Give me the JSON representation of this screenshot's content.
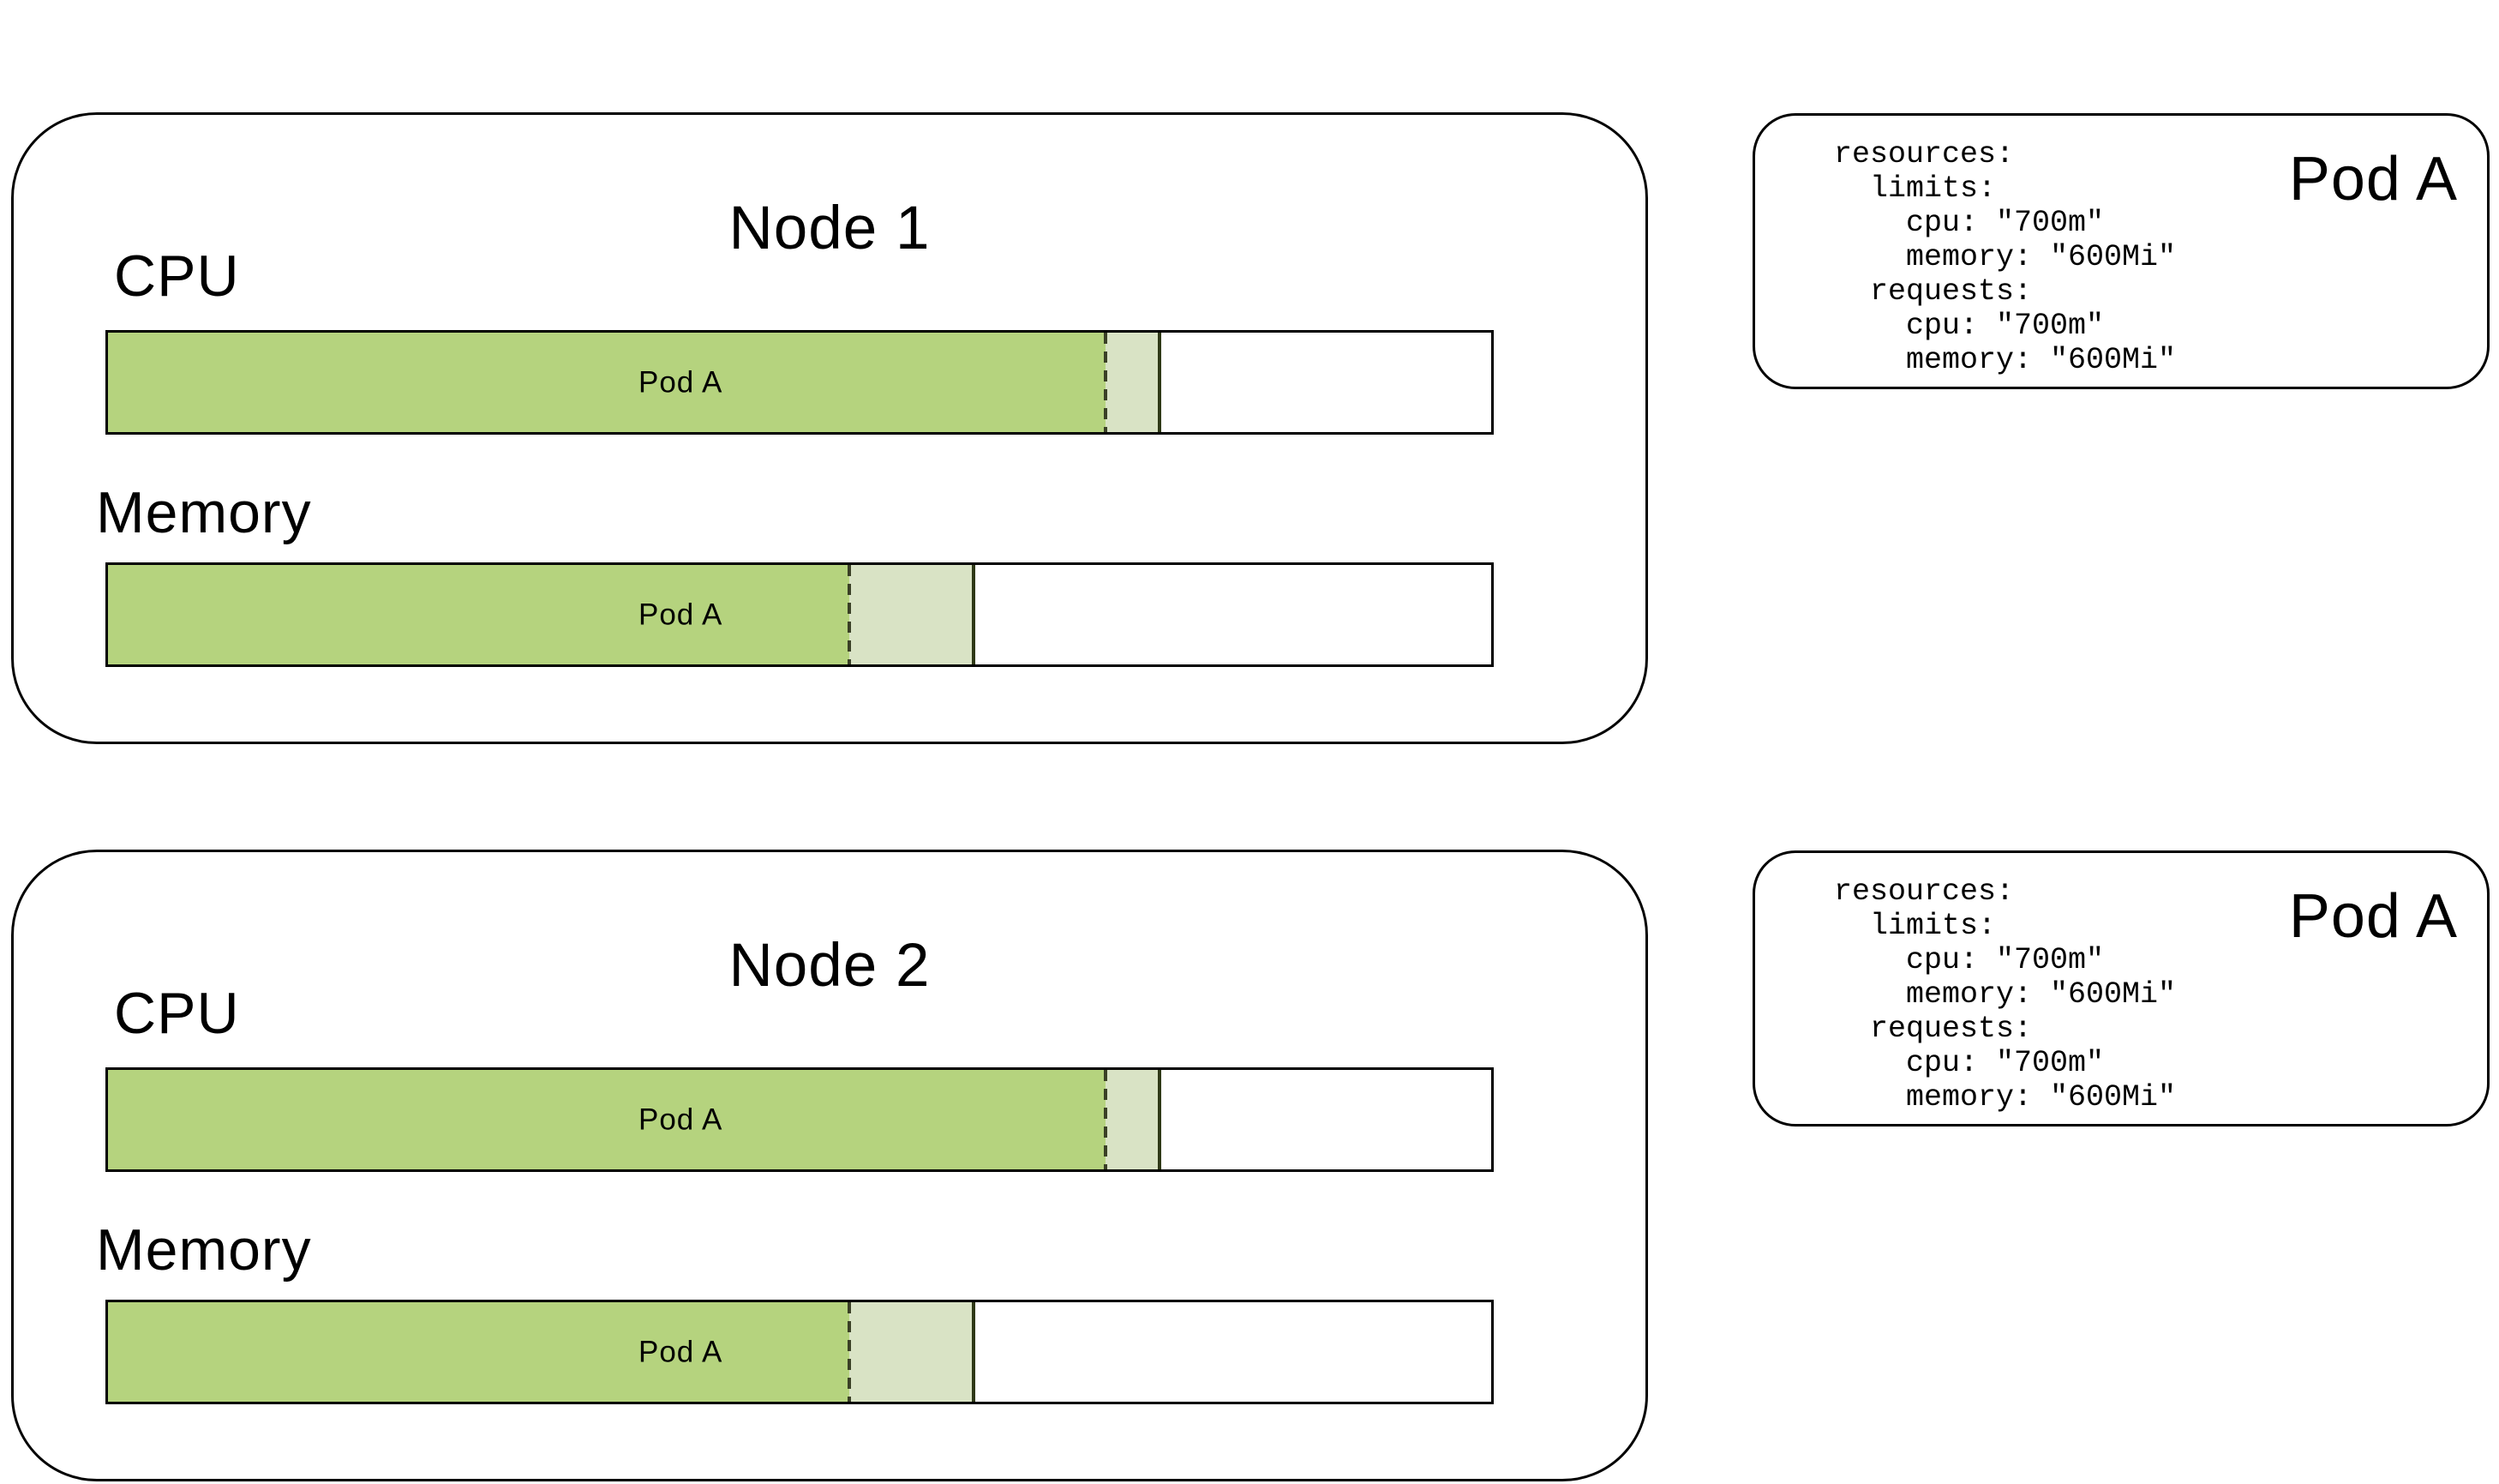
{
  "colors": {
    "pod_fill_green": "#b5d37e",
    "overhead_light_green": "#d9e3c5",
    "request_dash_line": "#3a4026",
    "capacity_divider_line": "#2f3917",
    "outline": "#000000",
    "text": "#000000",
    "background": "#ffffff"
  },
  "nodes": [
    {
      "title": "Node 1",
      "cpu_label": "CPU",
      "memory_label": "Memory",
      "cpu_bar": {
        "pod_label": "Pod A",
        "green_pct": 72.1,
        "light_pct": 3.9,
        "dashed_line_pct": 72.1,
        "divider_pct": 76.0
      },
      "memory_bar": {
        "pod_label": "Pod A",
        "green_pct": 53.6,
        "light_pct": 9.0,
        "dashed_line_pct": 53.6,
        "divider_pct": 62.6
      }
    },
    {
      "title": "Node 2",
      "cpu_label": "CPU",
      "memory_label": "Memory",
      "cpu_bar": {
        "pod_label": "Pod A",
        "green_pct": 72.1,
        "light_pct": 3.9,
        "dashed_line_pct": 72.1,
        "divider_pct": 76.0
      },
      "memory_bar": {
        "pod_label": "Pod A",
        "green_pct": 53.6,
        "light_pct": 9.0,
        "dashed_line_pct": 53.6,
        "divider_pct": 62.6
      }
    }
  ],
  "pod_specs": [
    {
      "title": "Pod A",
      "yaml_lines": [
        "resources:",
        "  limits:",
        "    cpu: \"700m\"",
        "    memory: \"600Mi\"",
        "  requests:",
        "    cpu: \"700m\"",
        "    memory: \"600Mi\""
      ]
    },
    {
      "title": "Pod A",
      "yaml_lines": [
        "resources:",
        "  limits:",
        "    cpu: \"700m\"",
        "    memory: \"600Mi\"",
        "  requests:",
        "    cpu: \"700m\"",
        "    memory: \"600Mi\""
      ]
    }
  ]
}
